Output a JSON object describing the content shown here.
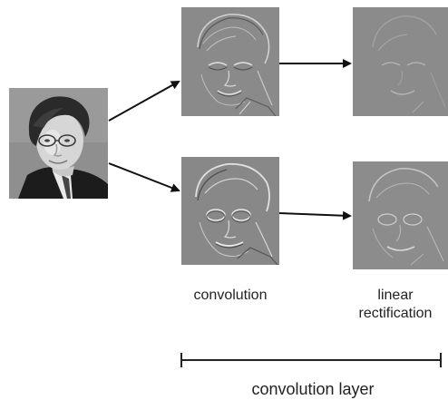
{
  "diagram": {
    "captions": {
      "convolution": "convolution",
      "rectification_line1": "linear",
      "rectification_line2": "rectification",
      "layer": "convolution layer"
    },
    "panels": {
      "input": "input-face-photo",
      "conv_top": "convolution-feature-map",
      "relu_top": "rectified-feature-map",
      "conv_bottom": "convolution-feature-map",
      "relu_bottom": "rectified-feature-map"
    },
    "colors": {
      "feature_map_gray": "#8a8a8a",
      "arrow": "#111111",
      "bracket": "#222222"
    }
  }
}
